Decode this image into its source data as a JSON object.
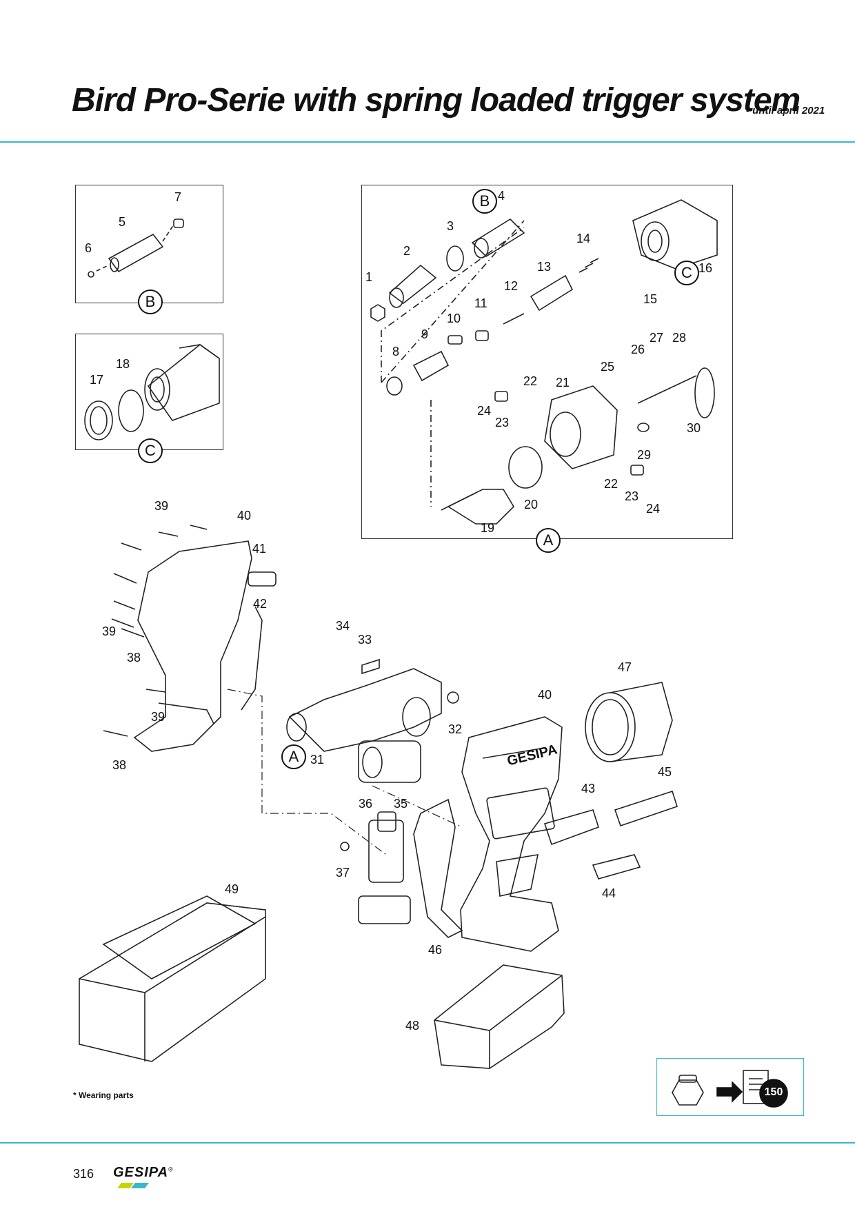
{
  "header": {
    "title": "Bird Pro-Serie with spring loaded trigger system",
    "subtitle": "- until april 2021"
  },
  "callouts": {
    "detail_B_letter": "B",
    "detail_C_letter": "C",
    "detail_A_letter": "A"
  },
  "part_numbers": {
    "p1": "1",
    "p2": "2",
    "p3": "3",
    "p4": "4",
    "p5": "5",
    "p6": "6",
    "p7": "7",
    "p8": "8",
    "p9": "9",
    "p10": "10",
    "p11": "11",
    "p12": "12",
    "p13": "13",
    "p14": "14",
    "p15": "15",
    "p16": "16",
    "p17": "17",
    "p18": "18",
    "p19": "19",
    "p20": "20",
    "p21": "21",
    "p22": "22",
    "p23": "23",
    "p24": "24",
    "p25": "25",
    "p26": "26",
    "p27": "27",
    "p28": "28",
    "p29": "29",
    "p30": "30",
    "p31": "31",
    "p32": "32",
    "p33": "33",
    "p34": "34",
    "p35": "35",
    "p36": "36",
    "p37": "37",
    "p38": "38",
    "p39": "39",
    "p40": "40",
    "p41": "41",
    "p42": "42",
    "p43": "43",
    "p44": "44",
    "p45": "45",
    "p46": "46",
    "p47": "47",
    "p48": "48",
    "p49": "49"
  },
  "brand_on_housing": "GESIPA",
  "reference_page": "150",
  "footer": {
    "note": "* Wearing parts",
    "page_number": "316",
    "logo_text": "GESIPA",
    "logo_mark": "®"
  },
  "colors": {
    "accent_rule": "#38b8c9",
    "logo_green": "#c8d400",
    "logo_blue": "#38b8c9"
  },
  "icons": [
    "nut-icon",
    "arrow-right-icon",
    "document-icon"
  ]
}
